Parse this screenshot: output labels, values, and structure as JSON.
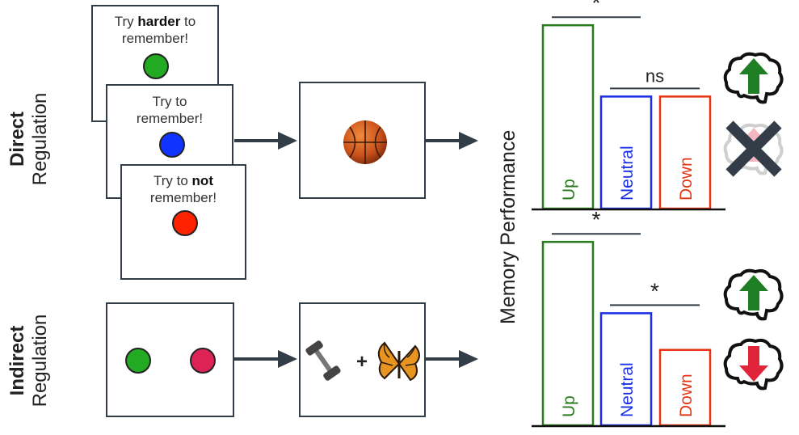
{
  "direct": {
    "label_bold": "Direct",
    "label_regular": "Regulation",
    "cues": [
      {
        "pre": "Try ",
        "bold": "harder",
        "post": " to",
        "line2": "remember!",
        "color": "#22aa22"
      },
      {
        "pre": "Try to",
        "bold": "",
        "post": "",
        "line2": "remember!",
        "color": "#1133ff"
      },
      {
        "pre": "Try to ",
        "bold": "not",
        "post": "",
        "line2": "remember!",
        "color": "#ff2200"
      }
    ]
  },
  "indirect": {
    "label_bold": "Indirect",
    "label_regular": "Regulation",
    "dot_colors": [
      "#22aa22",
      "#dd2255"
    ],
    "plus": "+"
  },
  "y_axis_label": "Memory Performance",
  "colors": {
    "up": "#2a7a1e",
    "neutral": "#1a2ee6",
    "down": "#e63312",
    "dark": "#333d47",
    "arrow_green": "#1f7f25",
    "arrow_red": "#e0253a"
  },
  "chart_data": [
    {
      "type": "bar",
      "categories": [
        "Up",
        "Neutral",
        "Down"
      ],
      "values": [
        0.9,
        0.55,
        0.55
      ],
      "ylim": [
        0,
        1
      ],
      "annotations": [
        {
          "between": [
            "Up",
            "Neutral"
          ],
          "text": "*"
        },
        {
          "between": [
            "Neutral",
            "Down"
          ],
          "text": "ns"
        }
      ]
    },
    {
      "type": "bar",
      "categories": [
        "Up",
        "Neutral",
        "Down"
      ],
      "values": [
        0.9,
        0.55,
        0.37
      ],
      "ylim": [
        0,
        1
      ],
      "annotations": [
        {
          "between": [
            "Up",
            "Neutral"
          ],
          "text": "*"
        },
        {
          "between": [
            "Neutral",
            "Down"
          ],
          "text": "*"
        }
      ]
    }
  ]
}
